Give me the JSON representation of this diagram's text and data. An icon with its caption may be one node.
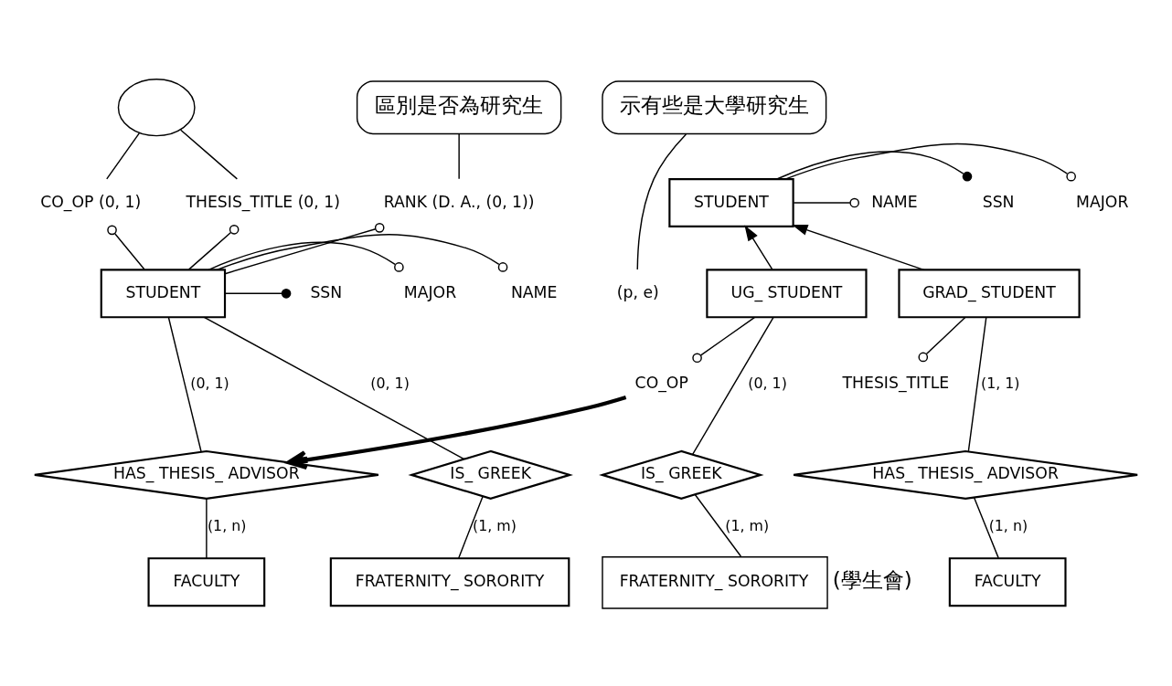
{
  "diagram": {
    "nodes": [
      {
        "text": [
          "STUDENT"
        ]
      },
      {
        "text": [
          "SSN"
        ]
      },
      {
        "text": [
          "NAME"
        ]
      },
      {
        "text": [
          "MAJOR"
        ]
      },
      {
        "text": [
          "(p, e)"
        ]
      },
      {
        "text": [
          "GRAD_ STUDENT"
        ]
      },
      {
        "text": [
          "UG_ STUDENT"
        ]
      },
      {
        "text": [
          "THESIS_TITLE"
        ]
      },
      {
        "text": [
          "CO_OP"
        ]
      },
      {
        "text": [
          "HAS_ THESIS_ ADVISOR"
        ]
      },
      {
        "text": [
          "IS_ GREEK"
        ]
      },
      {
        "text": [
          "FACULTY"
        ]
      },
      {
        "text": [
          "FRATERNITY_ SORORITY"
        ],
        "beside": [
          "(學生會)"
        ]
      },
      {
        "text": [
          "示有些是大學研究生"
        ]
      },
      {
        "text": [
          "STUDENT"
        ]
      },
      {
        "text": [
          "SSN"
        ]
      },
      {
        "text": [
          "NAME"
        ]
      },
      {
        "text": [
          "MAJOR"
        ]
      },
      {
        "text": [
          "CO_OP (0, 1)"
        ]
      },
      {
        "text": [
          "RANK (D. A., (0, 1))"
        ]
      },
      {
        "text": [
          "THESIS_TITLE (0, 1)"
        ]
      },
      {
        "text": [
          "HAS_ THESIS_ ADVISOR"
        ]
      },
      {
        "text": [
          "IS_ GREEK"
        ]
      },
      {
        "text": [
          "FACULTY"
        ]
      },
      {
        "text": [
          "FRATERNITY_ SORORITY"
        ]
      },
      {
        "text": [
          "區別是否為研究生"
        ]
      },
      {
        "text": [],
        "shape": "callout"
      }
    ],
    "edges": [
      {
        "from": 0,
        "to": 1,
        "arrow": "other"
      },
      {
        "from": 0,
        "to": 2,
        "arrow": "other"
      },
      {
        "from": 0,
        "to": 3,
        "arrow": "other"
      },
      {
        "from": 5,
        "to": 0,
        "arrow": "to"
      },
      {
        "from": 6,
        "to": 0,
        "arrow": "to"
      },
      {
        "from": 5,
        "to": 7,
        "arrow": "other"
      },
      {
        "from": 6,
        "to": 8,
        "arrow": "other"
      },
      {
        "from": 5,
        "to": 9,
        "arrow": "none",
        "label": "(1, 1)"
      },
      {
        "from": 6,
        "to": 10,
        "arrow": "none",
        "label": "(0, 1)"
      },
      {
        "from": 9,
        "to": 11,
        "arrow": "none",
        "label": "(1, n)"
      },
      {
        "from": 10,
        "to": 12,
        "arrow": "none",
        "label": "(1, m)"
      },
      {
        "from": 13,
        "to": 4,
        "arrow": "none"
      },
      {
        "from": 14,
        "to": 15,
        "arrow": "other"
      },
      {
        "from": 14,
        "to": 16,
        "arrow": "other"
      },
      {
        "from": 14,
        "to": 17,
        "arrow": "other"
      },
      {
        "from": 14,
        "to": 18,
        "arrow": "other"
      },
      {
        "from": 14,
        "to": 19,
        "arrow": "other"
      },
      {
        "from": 14,
        "to": 20,
        "arrow": "other"
      },
      {
        "from": 14,
        "to": 21,
        "arrow": "none",
        "label": "(0, 1)"
      },
      {
        "from": 14,
        "to": 22,
        "arrow": "none",
        "label": "(0, 1)"
      },
      {
        "from": 21,
        "to": 23,
        "arrow": "none",
        "label": "(1, n)"
      },
      {
        "from": 22,
        "to": 24,
        "arrow": "none",
        "label": "(1, m)"
      },
      {
        "from": 25,
        "to": 19,
        "arrow": "none"
      },
      {
        "from": 26,
        "to": 18,
        "arrow": "none"
      },
      {
        "from": 26,
        "to": 20,
        "arrow": "none"
      },
      {
        "from": 8,
        "to": 21,
        "arrow": "to",
        "style": "thick"
      }
    ]
  }
}
